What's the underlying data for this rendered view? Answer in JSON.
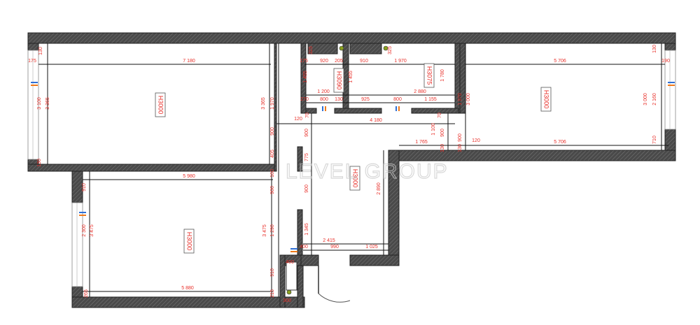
{
  "plan": {
    "watermark": "LEVEL GROUP",
    "colors": {
      "wall": "#4a4a4a",
      "dimension_text": "#e8302a",
      "cold_water": "#2f6fd6",
      "hot_water": "#f07a1a",
      "riser": "#8aa020"
    },
    "ceiling_heights": [
      "H3000",
      "H3090",
      "H3075",
      "H3000",
      "H3000",
      "H3000"
    ],
    "dimensions": [
      "130",
      "175",
      "7 180",
      "3 100",
      "3 365",
      "3 365",
      "1 970",
      "900",
      "405",
      "130",
      "325",
      "175",
      "920",
      "205",
      "910",
      "1 970",
      "325",
      "1 455",
      "1 455",
      "1 780",
      "1 200",
      "2 880",
      "270",
      "800",
      "130",
      "925",
      "800",
      "1 155",
      "70",
      "120",
      "4 180",
      "70",
      "1 100",
      "900",
      "1 970",
      "3 000",
      "1 765",
      "120",
      "900",
      "130",
      "130",
      "5 706",
      "130",
      "190",
      "3 000",
      "2 160",
      "5 706",
      "710",
      "900",
      "775",
      "900",
      "2 890",
      "1 345",
      "2 415",
      "400",
      "990",
      "1 025",
      "5 980",
      "160",
      "910",
      "900",
      "2 300",
      "3 475",
      "3 475",
      "1 290",
      "400",
      "910",
      "5 880",
      "265",
      "215",
      "300"
    ]
  }
}
